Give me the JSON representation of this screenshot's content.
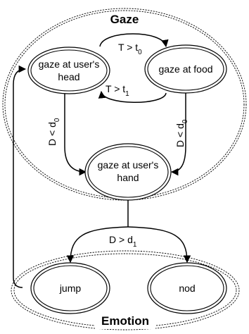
{
  "groups": {
    "gaze": {
      "title": "Gaze"
    },
    "emotion": {
      "title": "Emotion"
    }
  },
  "states": {
    "head": {
      "line1": "gaze at user's",
      "line2": "head"
    },
    "food": {
      "line1": "gaze at food"
    },
    "hand": {
      "line1": "gaze at user's",
      "line2": "hand"
    },
    "jump": {
      "line1": "jump"
    },
    "nod": {
      "line1": "nod"
    }
  },
  "transitions": {
    "head_to_food": {
      "lhs": "T > t",
      "sub": "0"
    },
    "food_to_head": {
      "lhs": "T > t",
      "sub": "1"
    },
    "head_to_hand": {
      "lhs": "D < d",
      "sub": "0"
    },
    "food_to_hand": {
      "lhs": "D < d",
      "sub": "0"
    },
    "hand_to_emotion": {
      "lhs": "D > d",
      "sub": "1"
    }
  },
  "colors": {
    "stroke": "#000000",
    "fill": "#ffffff"
  }
}
